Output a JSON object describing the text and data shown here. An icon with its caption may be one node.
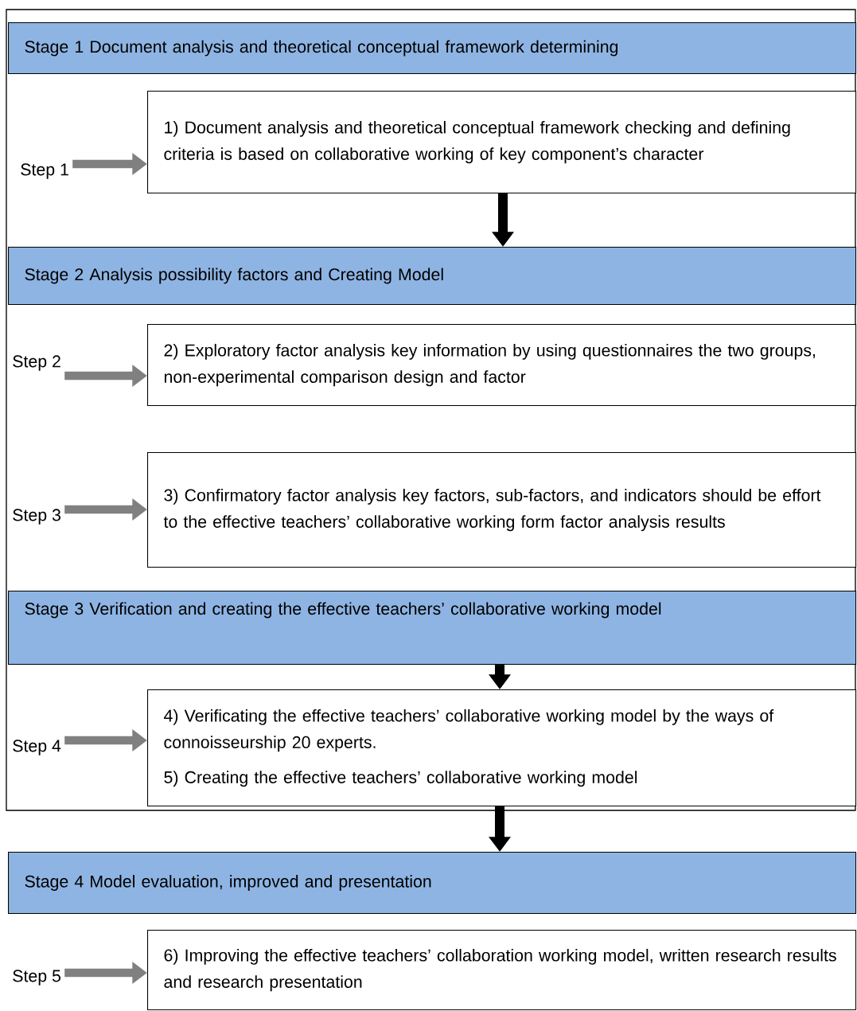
{
  "diagram": {
    "nodes": [
      {
        "text": [
          "Stage 1 Document analysis and theoretical conceptual framework determining"
        ]
      },
      {
        "text": [
          "Step 1"
        ]
      },
      {
        "text": [
          "1) Document analysis and theoretical conceptual framework checking and defining criteria is based on collaborative working of key component’s character"
        ]
      },
      {
        "text": [
          "Stage 2  Analysis possibility factors and Creating Model"
        ]
      },
      {
        "text": [
          "Step 2"
        ]
      },
      {
        "text": [
          "2) Exploratory factor analysis key information by using questionnaires the two groups, non-experimental comparison design and factor"
        ]
      },
      {
        "text": [
          "Step 3"
        ]
      },
      {
        "text": [
          "3) Confirmatory factor analysis key factors, sub-factors, and indicators should be effort to the effective teachers’ collaborative working form factor analysis results"
        ]
      },
      {
        "text": [
          "Stage 3 Verification and creating the effective teachers’ collaborative working model"
        ]
      },
      {
        "text": [
          "Step 4"
        ]
      },
      {
        "text": [
          "4) Verificating the effective teachers’ collaborative working model by the ways of connoisseurship 20 experts.",
          "5) Creating the effective teachers’ collaborative working model"
        ]
      },
      {
        "text": [
          "Stage 4 Model evaluation, improved and presentation"
        ]
      },
      {
        "text": [
          "Step 5"
        ]
      },
      {
        "text": [
          "6) Improving the effective teachers’ collaboration working model, written research results and research presentation"
        ]
      }
    ],
    "edges": [
      {
        "from": 1,
        "to": 2,
        "arrow": "to"
      },
      {
        "from": 2,
        "to": 3,
        "arrow": "to",
        "color": "#000000"
      },
      {
        "from": 4,
        "to": 5,
        "arrow": "to"
      },
      {
        "from": 6,
        "to": 7,
        "arrow": "to"
      },
      {
        "from": 8,
        "to": 10,
        "arrow": "to",
        "color": "#000000"
      },
      {
        "from": 9,
        "to": 10,
        "arrow": "to"
      },
      {
        "from": 10,
        "to": 11,
        "arrow": "to",
        "color": "#000000"
      },
      {
        "from": 12,
        "to": 13,
        "arrow": "to"
      }
    ]
  }
}
